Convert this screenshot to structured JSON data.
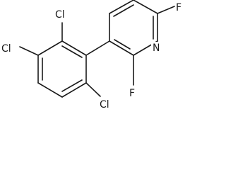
{
  "molecule": {
    "atoms": {
      "cl_top": "Cl",
      "cl_left": "Cl",
      "cl_bottom": "Cl",
      "f_top_right": "F",
      "n_ring": "N",
      "f_bottom": "F"
    },
    "colors": {
      "bond": "#1a1a1a",
      "text": "#1a1a1a",
      "background": "#ffffff"
    }
  }
}
